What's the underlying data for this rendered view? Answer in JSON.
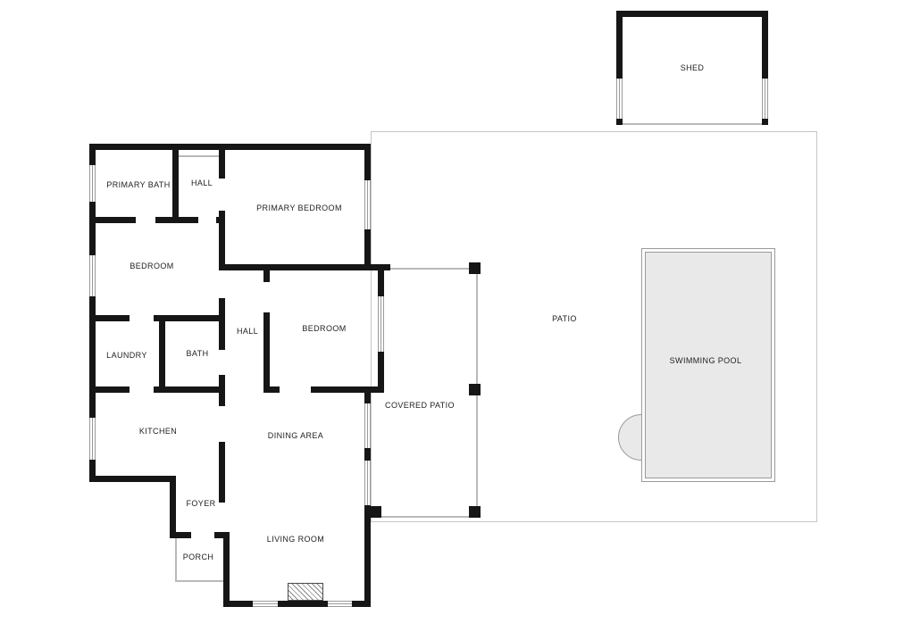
{
  "document": {
    "type": "floor-plan"
  },
  "colors": {
    "wall": "#161616",
    "thin_line": "#b9b9b9",
    "window_line": "#9a9a9a",
    "patio_outline": "#c6c6c6",
    "pool_fill": "#e9e9e9",
    "pool_border": "#9a9a9a",
    "label_text": "#222222",
    "background": "#ffffff"
  },
  "labels": {
    "shed": "SHED",
    "primary_bath": "PRIMARY BATH",
    "hall_top": "HALL",
    "primary_bedroom": "PRIMARY BEDROOM",
    "bedroom_left": "BEDROOM",
    "hall_mid": "HALL",
    "bedroom_center": "BEDROOM",
    "laundry": "LAUNDRY",
    "bath": "BATH",
    "kitchen": "KITCHEN",
    "foyer": "FOYER",
    "porch": "PORCH",
    "dining": "DINING AREA",
    "living": "LIVING ROOM",
    "covered_patio": "COVERED PATIO",
    "patio": "PATIO",
    "pool": "SWIMMING POOL"
  }
}
